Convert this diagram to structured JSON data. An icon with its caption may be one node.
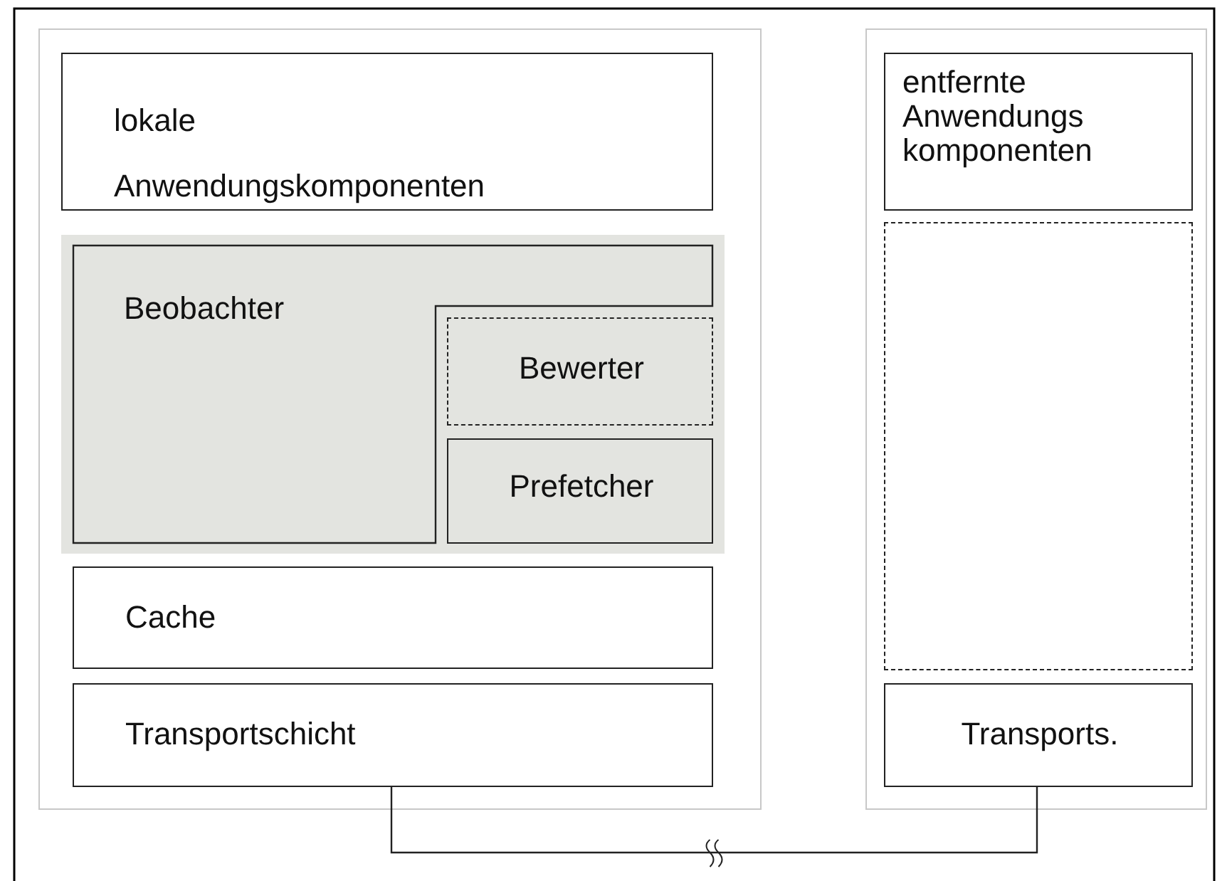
{
  "diagram": {
    "nodes": [
      {
        "text": [],
        "shape": "box"
      },
      {
        "text": [
          "lokale Anwendungskomponenten"
        ],
        "in": 0
      },
      {
        "text": [],
        "shape": "box",
        "in": 0
      },
      {
        "text": [
          "Beobachter"
        ],
        "in": 2
      },
      {
        "text": [
          "Bewerter"
        ],
        "in": 2
      },
      {
        "text": [
          "Prefetcher"
        ],
        "in": 2
      },
      {
        "text": [
          "Cache"
        ],
        "in": 0
      },
      {
        "text": [
          "Transportschicht"
        ],
        "in": 0
      },
      {
        "text": [],
        "shape": "box"
      },
      {
        "text": [
          "entfernte Anwendungs komponenten"
        ],
        "in": 8
      },
      {
        "text": [],
        "shape": "box",
        "in": 8
      },
      {
        "text": [
          "Transports."
        ],
        "in": 8
      }
    ],
    "edges": [
      {
        "from": 7,
        "to": 11,
        "arrow": "none"
      }
    ]
  }
}
